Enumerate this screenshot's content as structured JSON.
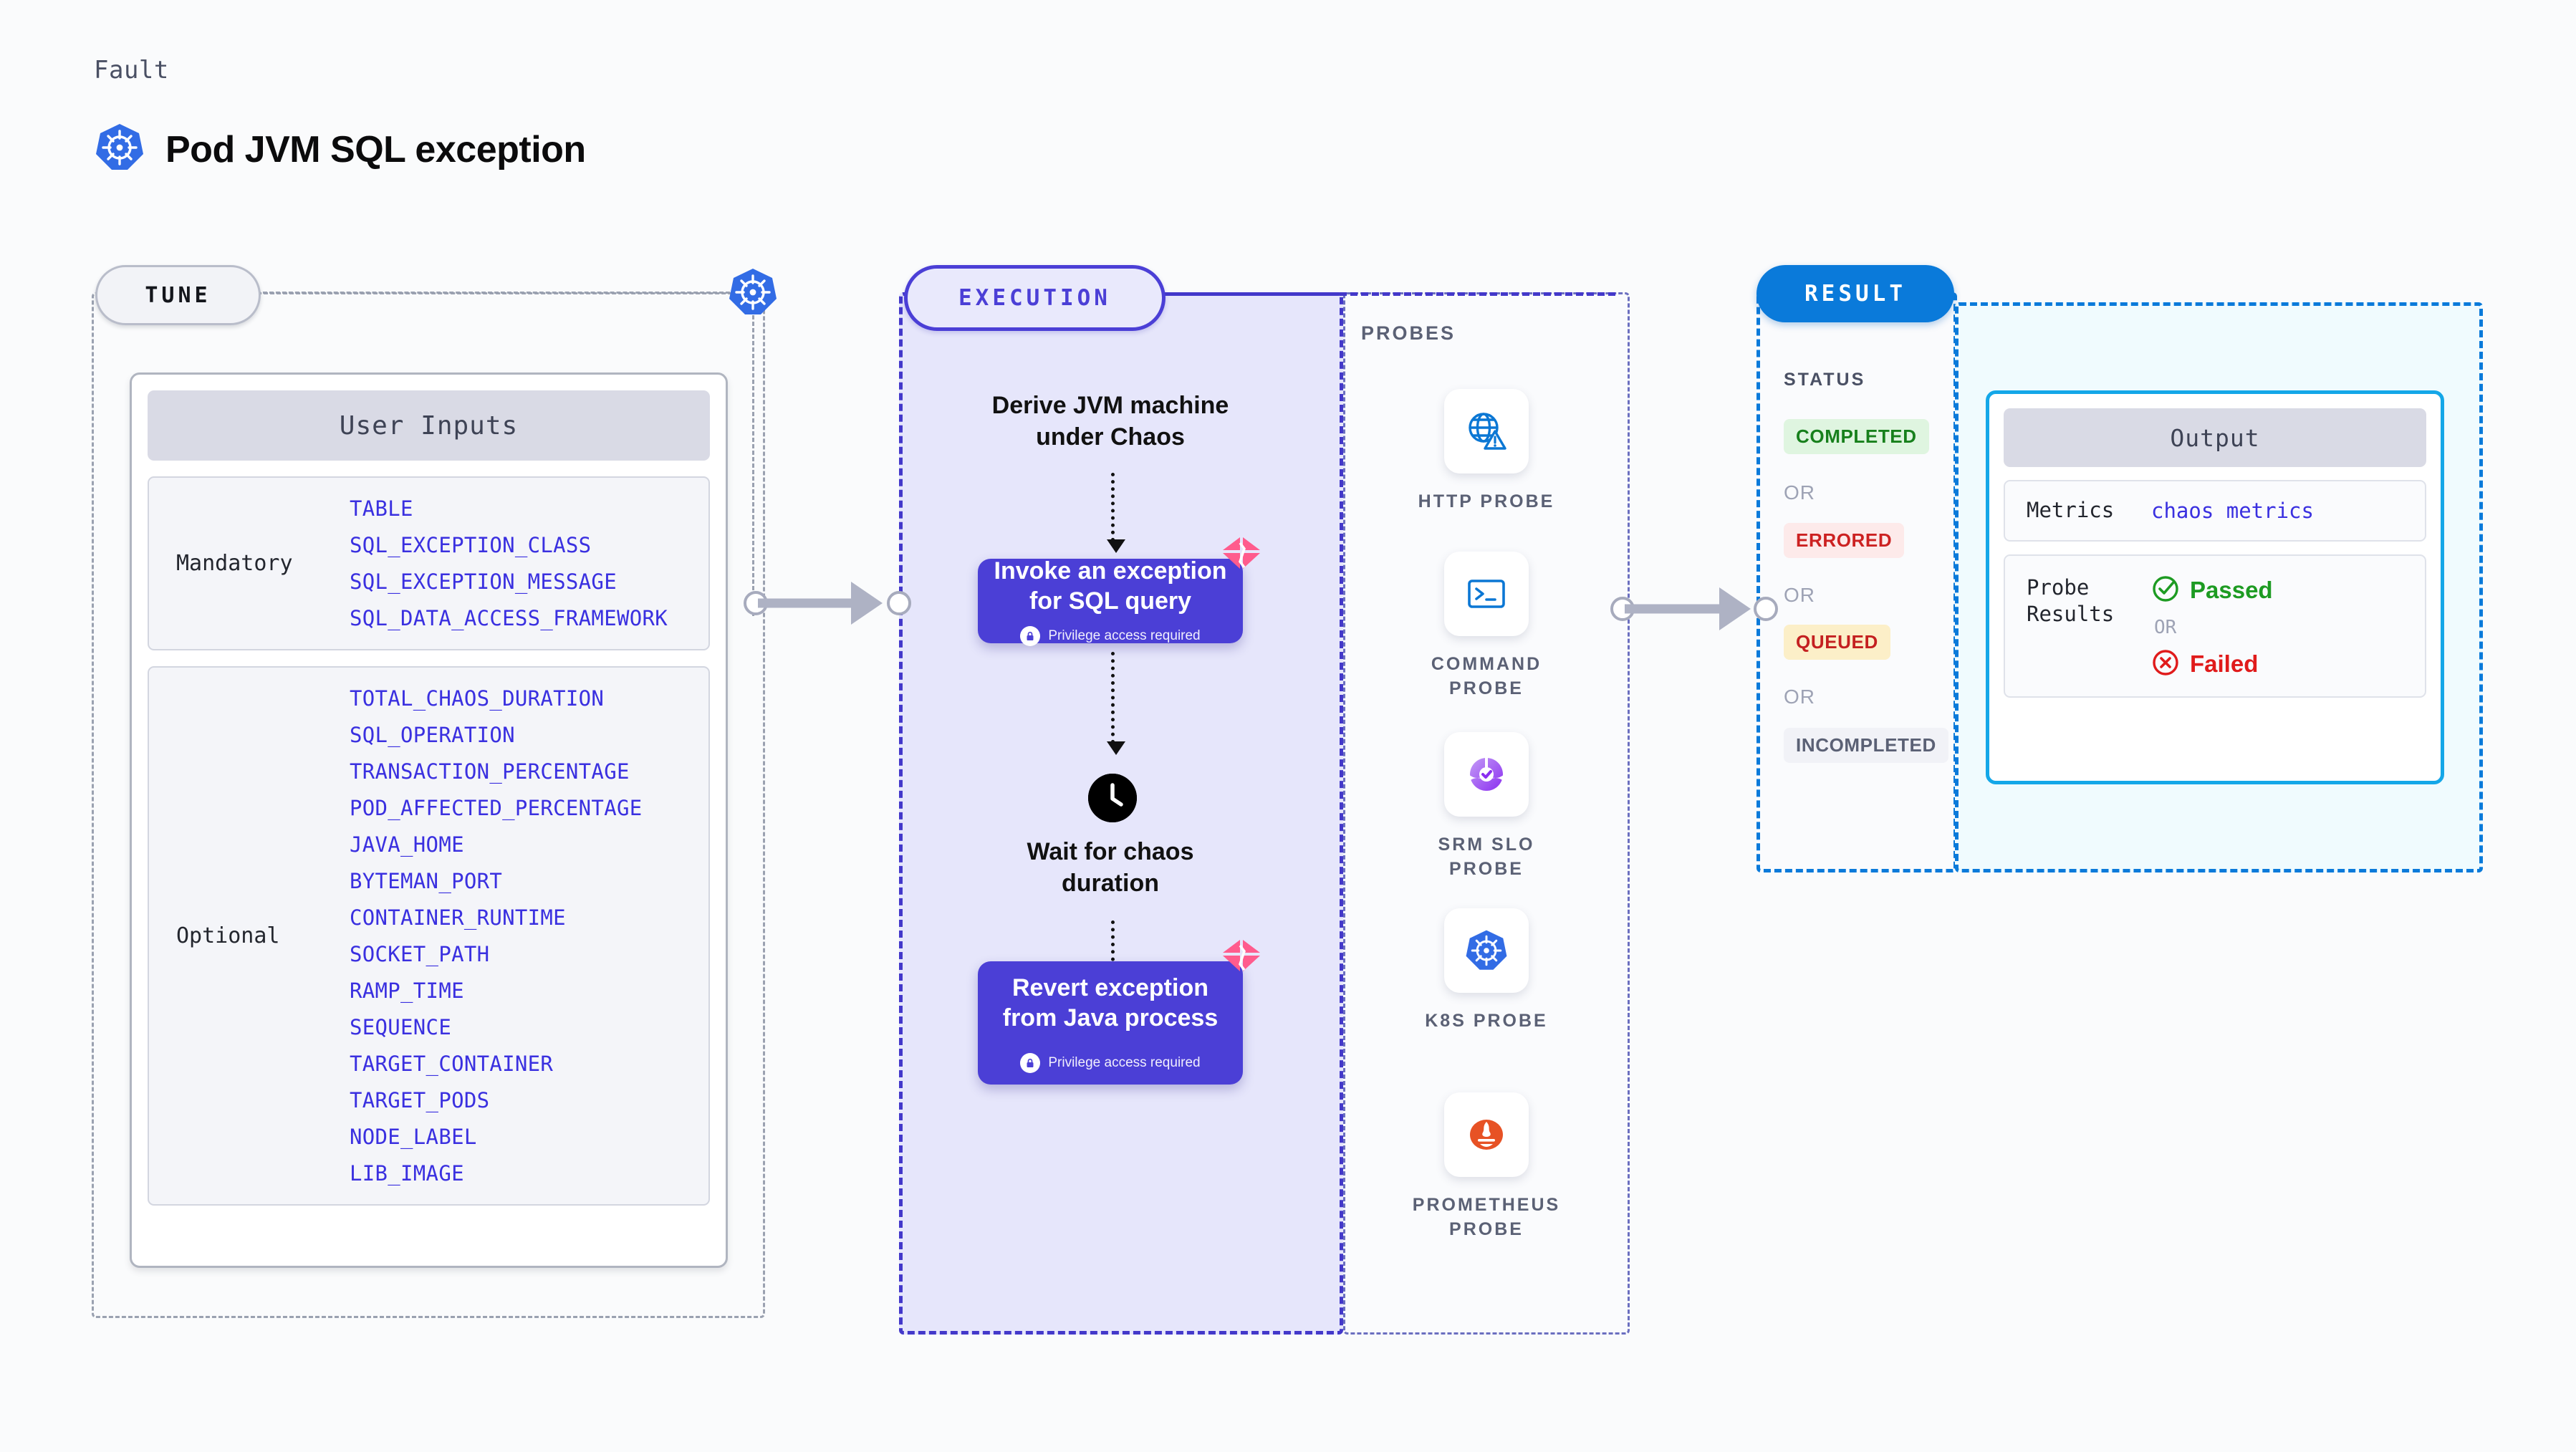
{
  "header": {
    "fault_label": "Fault",
    "title": "Pod JVM SQL exception",
    "icon": "kubernetes-icon"
  },
  "tune": {
    "pill_label": "TUNE",
    "card_header": "User Inputs",
    "groups": [
      {
        "kind": "Mandatory",
        "params": [
          "TABLE",
          "SQL_EXCEPTION_CLASS",
          "SQL_EXCEPTION_MESSAGE",
          "SQL_DATA_ACCESS_FRAMEWORK"
        ]
      },
      {
        "kind": "Optional",
        "params": [
          "TOTAL_CHAOS_DURATION",
          "SQL_OPERATION",
          "TRANSACTION_PERCENTAGE",
          "POD_AFFECTED_PERCENTAGE",
          "JAVA_HOME",
          "BYTEMAN_PORT",
          "CONTAINER_RUNTIME",
          "SOCKET_PATH",
          "RAMP_TIME",
          "SEQUENCE",
          "TARGET_CONTAINER",
          "TARGET_PODS",
          "NODE_LABEL",
          "LIB_IMAGE"
        ]
      }
    ]
  },
  "execution": {
    "pill_label": "EXECUTION",
    "step_1_text": "Derive JVM machine\nunder Chaos",
    "action_1": {
      "title": "Invoke an exception\nfor SQL query",
      "privilege_note": "Privilege access required",
      "badge_icon": "harness-logo-icon",
      "lock_icon": "lock-icon"
    },
    "wait_step": {
      "icon": "clock-icon",
      "text": "Wait for chaos\nduration"
    },
    "action_2": {
      "title": "Revert exception\nfrom Java process",
      "privilege_note": "Privilege access required",
      "badge_icon": "harness-logo-icon",
      "lock_icon": "lock-icon"
    }
  },
  "probes": {
    "section_label": "PROBES",
    "items": [
      {
        "label": "HTTP  PROBE",
        "icon": "globe-warning-icon"
      },
      {
        "label": "COMMAND\nPROBE",
        "icon": "terminal-icon"
      },
      {
        "label": "SRM  SLO\nPROBE",
        "icon": "srm-slo-icon"
      },
      {
        "label": "K8S  PROBE",
        "icon": "kubernetes-icon"
      },
      {
        "label": "PROMETHEUS\nPROBE",
        "icon": "prometheus-icon"
      }
    ]
  },
  "result": {
    "pill_label": "RESULT",
    "status_label": "STATUS",
    "or_label": "OR",
    "statuses": [
      {
        "text": "COMPLETED",
        "color": "#17801c",
        "bg": "#dff5e0"
      },
      {
        "text": "ERRORED",
        "color": "#cc2222",
        "bg": "#fdeaea"
      },
      {
        "text": "QUEUED",
        "color": "#c42020",
        "bg": "#fcefc8"
      },
      {
        "text": "INCOMPLETED",
        "color": "#5b6175",
        "bg": "#f1f2f7"
      }
    ],
    "output": {
      "header": "Output",
      "metrics_key": "Metrics",
      "metrics_value": "chaos metrics",
      "probe_results_key": "Probe\nResults",
      "passed_text": "Passed",
      "failed_text": "Failed",
      "or_label": "OR",
      "passed_icon": "check-circle-icon",
      "failed_icon": "x-circle-icon"
    }
  },
  "colors": {
    "accent_purple": "#4b3fd6",
    "accent_blue": "#0a7ada",
    "k8s_blue": "#326ce5",
    "harness_pink": "#ff5c8d",
    "param_blue": "#3a30e0"
  }
}
